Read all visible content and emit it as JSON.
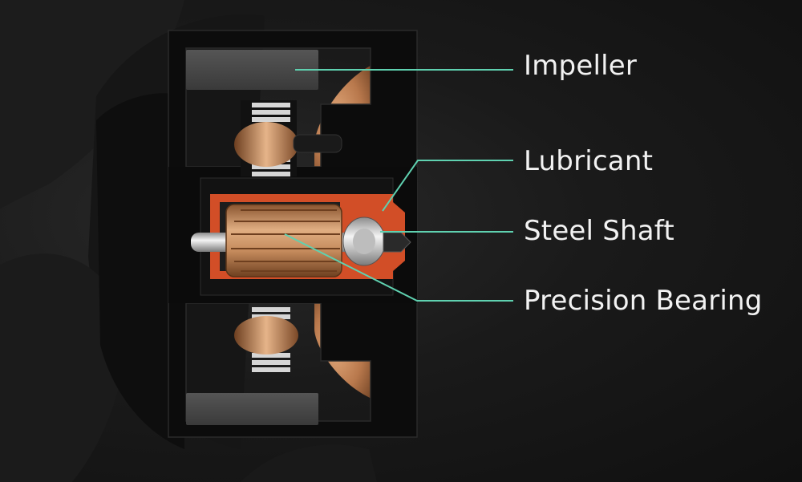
{
  "callouts": {
    "impeller": "Impeller",
    "lubricant": "Lubricant",
    "steel_shaft": "Steel Shaft",
    "precision_bearing": "Precision Bearing"
  },
  "colors": {
    "background": "#141414",
    "callout_line": "#5fd1b0",
    "label_text": "#f2f2f2",
    "housing": "#0d0d0d",
    "copper": "#c98d5e",
    "lubricant": "#d5502a",
    "steel": "#d8d8d8"
  }
}
